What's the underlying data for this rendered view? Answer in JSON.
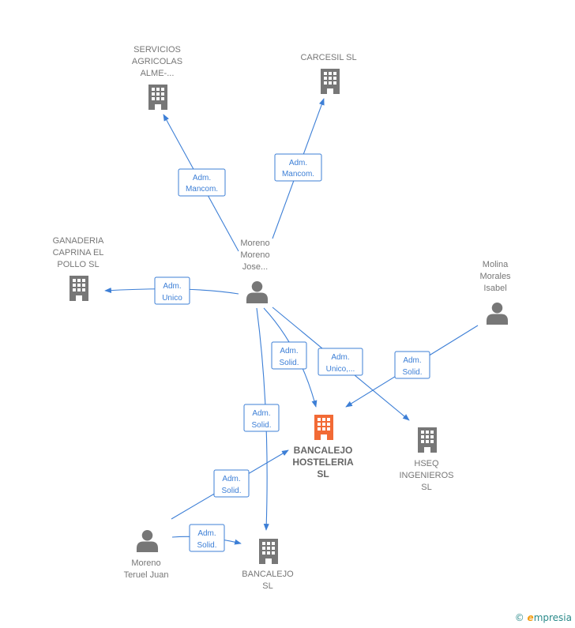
{
  "colors": {
    "edge": "#3d7fd6",
    "node": "#777777",
    "focus_node": "#f26a35"
  },
  "nodes": {
    "servicios": {
      "type": "company",
      "label": [
        "SERVICIOS",
        "AGRICOLAS",
        "ALME-..."
      ]
    },
    "carcesil": {
      "type": "company",
      "label": [
        "CARCESIL SL"
      ]
    },
    "ganaderia": {
      "type": "company",
      "label": [
        "GANADERIA",
        "CAPRINA EL",
        "POLLO  SL"
      ]
    },
    "moreno_jose": {
      "type": "person",
      "label": [
        "Moreno",
        "Moreno",
        "Jose..."
      ]
    },
    "molina": {
      "type": "person",
      "label": [
        "Molina",
        "Morales",
        "Isabel"
      ]
    },
    "bancalejo_host": {
      "type": "company",
      "focus": true,
      "label": [
        "BANCALEJO",
        "HOSTELERIA",
        "SL"
      ]
    },
    "hseq": {
      "type": "company",
      "label": [
        "HSEQ",
        "INGENIEROS",
        "SL"
      ]
    },
    "moreno_teruel": {
      "type": "person",
      "label": [
        "Moreno",
        "Teruel Juan"
      ]
    },
    "bancalejo_sl": {
      "type": "company",
      "label": [
        "BANCALEJO",
        "SL"
      ]
    }
  },
  "edges": [
    {
      "id": "e1",
      "label": [
        "Adm.",
        "Mancom."
      ]
    },
    {
      "id": "e2",
      "label": [
        "Adm.",
        "Mancom."
      ]
    },
    {
      "id": "e3",
      "label": [
        "Adm.",
        "Unico"
      ]
    },
    {
      "id": "e4",
      "label": [
        "Adm.",
        "Solid."
      ]
    },
    {
      "id": "e5",
      "label": [
        "Adm.",
        "Unico,..."
      ]
    },
    {
      "id": "e6",
      "label": [
        "Adm.",
        "Solid."
      ]
    },
    {
      "id": "e7",
      "label": [
        "Adm.",
        "Solid."
      ]
    },
    {
      "id": "e8",
      "label": [
        "Adm.",
        "Solid."
      ]
    },
    {
      "id": "e9",
      "label": [
        "Adm.",
        "Solid."
      ]
    }
  ],
  "watermark": {
    "symbol": "©",
    "brand_initial": "e",
    "brand_rest": "mpresia"
  }
}
